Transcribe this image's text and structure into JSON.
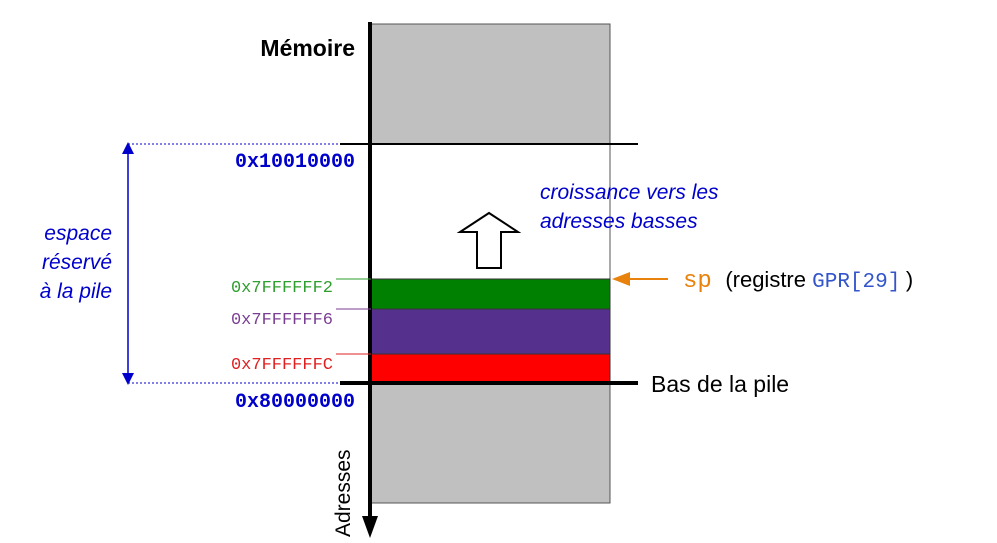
{
  "title": "Mémoire",
  "addresses": {
    "top": "0x10010000",
    "bottom": "0x80000000",
    "green": "0x7FFFFFF2",
    "purple": "0x7FFFFFF6",
    "red": "0x7FFFFFFC"
  },
  "growth_note": {
    "line1": "croissance vers les",
    "line2": "adresses basses"
  },
  "reserved_note": {
    "line1": "espace",
    "line2": "réservé",
    "line3": "à la pile"
  },
  "sp_label": {
    "sp": "sp",
    "open": "(registre ",
    "gpr": "GPR[29]",
    "close": ")"
  },
  "stack_bottom_label": "Bas de la pile",
  "axis_label": "Adresses",
  "colors": {
    "memory_gray": "#c0c0c0",
    "green_block": "#008000",
    "purple_block": "#55308d",
    "red_block": "#ff0000",
    "blue": "#0000cc",
    "orange": "#e8820c",
    "green_text": "#2e9e2e",
    "purple_text": "#7a3e93",
    "red_text": "#e02020"
  }
}
